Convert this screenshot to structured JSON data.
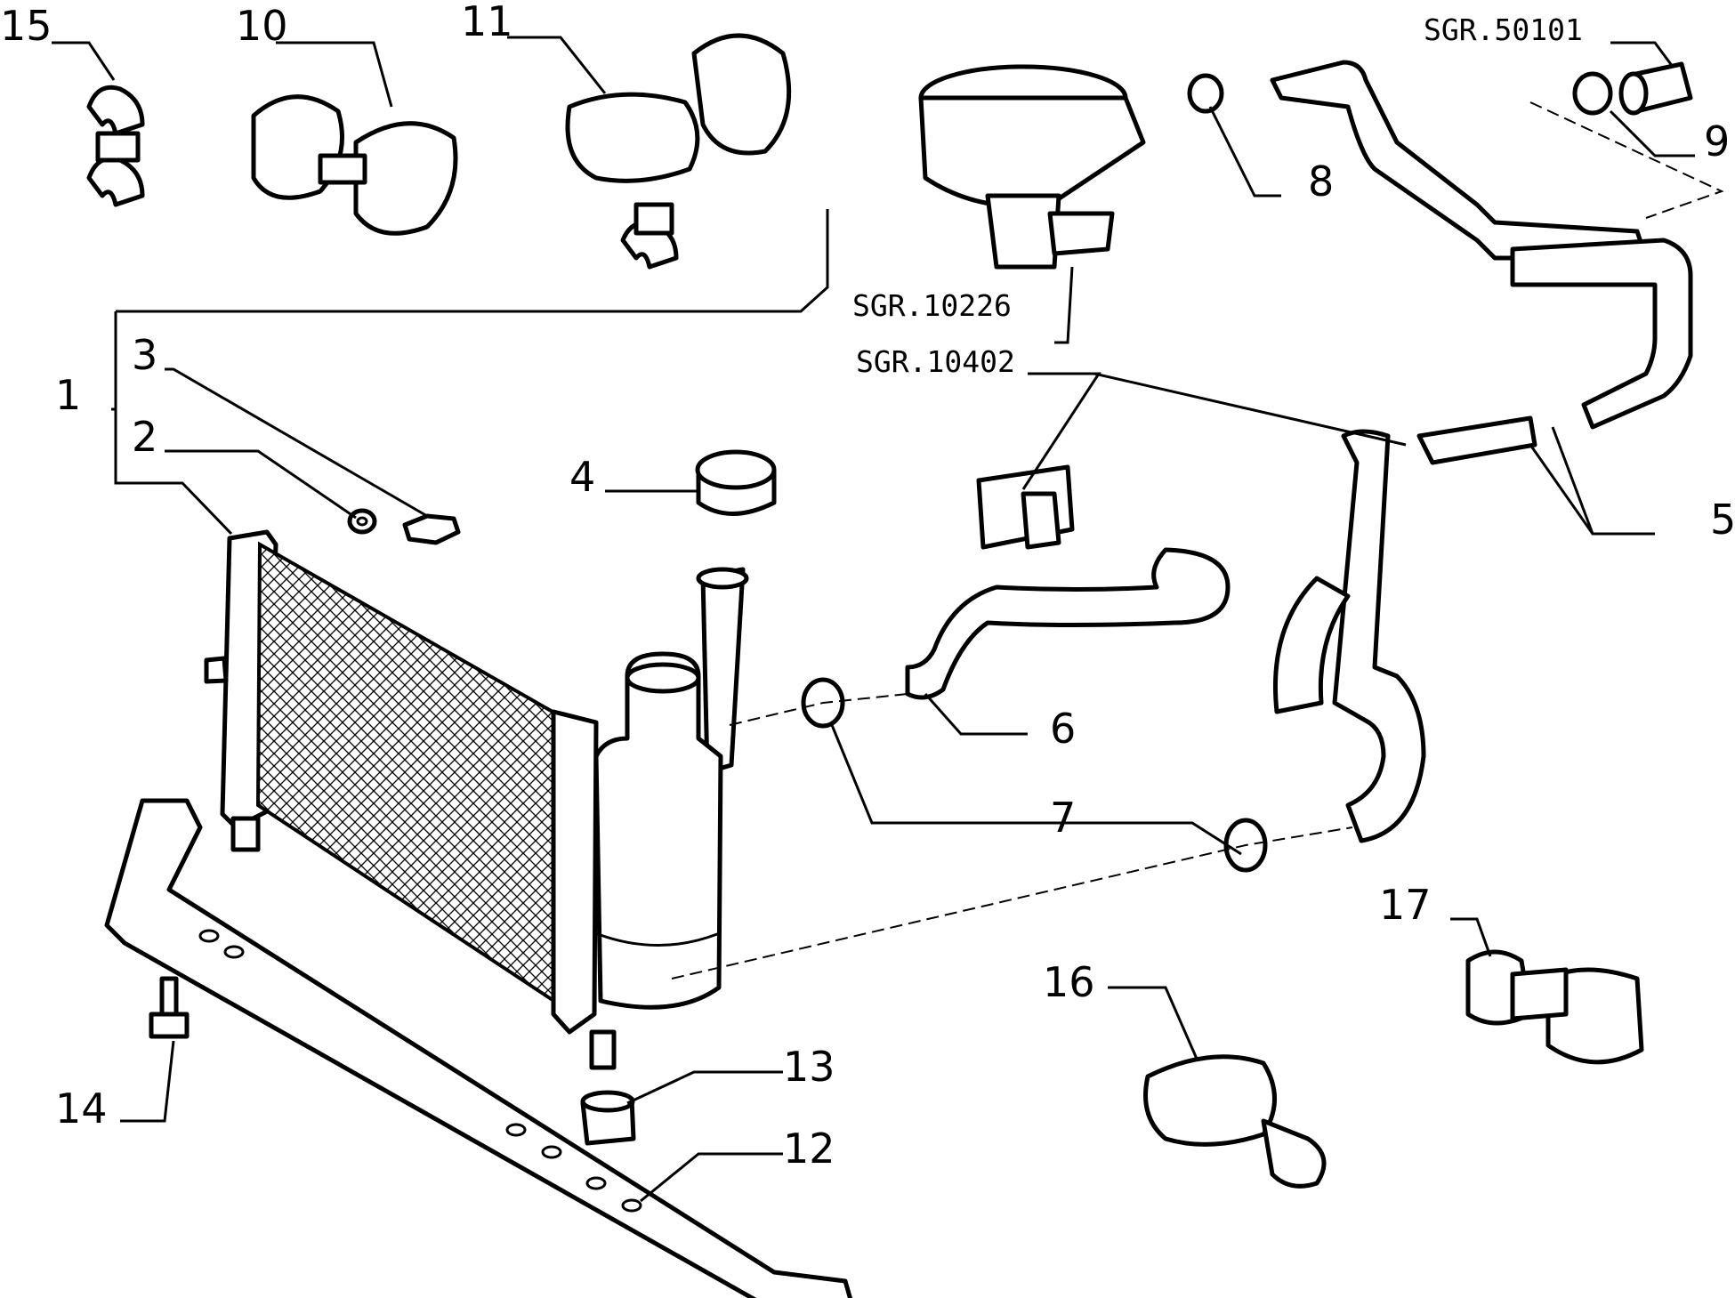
{
  "diagram": {
    "callouts": {
      "c1": "1",
      "c2": "2",
      "c3": "3",
      "c4": "4",
      "c5": "5",
      "c6": "6",
      "c7": "7",
      "c8": "8",
      "c9": "9",
      "c10": "10",
      "c11": "11",
      "c12": "12",
      "c13": "13",
      "c14": "14",
      "c15": "15",
      "c16": "16",
      "c17": "17"
    },
    "references": {
      "r50101": "SGR.50101",
      "r10226": "SGR.10226",
      "r10402": "SGR.10402"
    }
  }
}
